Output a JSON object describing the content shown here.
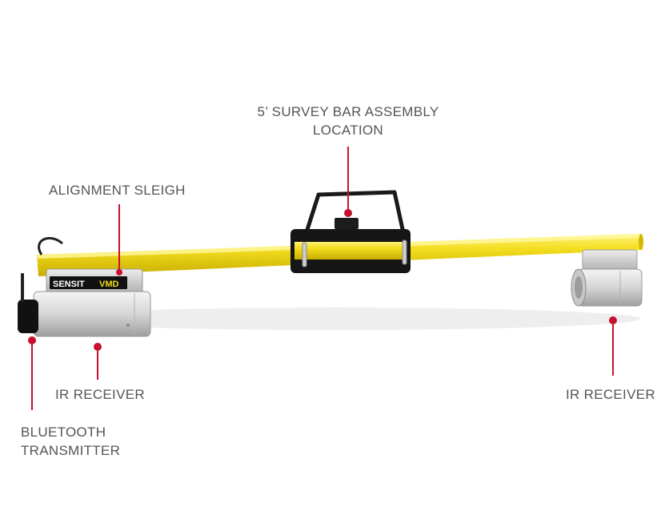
{
  "callouts": {
    "survey_bar": {
      "line1": "5’ SURVEY BAR ASSEMBLY",
      "line2": "LOCATION"
    },
    "alignment_sleigh": "ALIGNMENT SLEIGH",
    "ir_receiver_left": "IR RECEIVER",
    "ir_receiver_right": "IR RECEIVER",
    "bluetooth": {
      "line1": "BLUETOOTH",
      "line2": "TRANSMITTER"
    }
  },
  "device": {
    "brand_text": "SENSIT",
    "model_text": "VMD"
  },
  "colors": {
    "callout_marker": "#c8102e",
    "label_text": "#555555",
    "bar_yellow": "#f2dc1a",
    "housing_grey": "#d8d8d8",
    "bracket_black": "#1a1a1a"
  }
}
